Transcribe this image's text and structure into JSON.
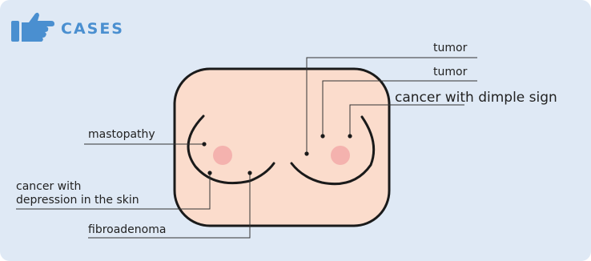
{
  "header": {
    "title": "CASES",
    "icon": "thumbs-up-pointing-icon",
    "accent": "#4a8fd0"
  },
  "colors": {
    "panel_bg": "#dfe9f5",
    "torso_fill": "#fbdccc",
    "torso_stroke": "#1a1a1a",
    "nipple": "#f4b2ae",
    "leader_line": "#333333"
  },
  "labels": {
    "tumor_top": "tumor",
    "tumor_mid": "tumor",
    "dimple": "cancer with dimple sign",
    "mastopathy": "mastopathy",
    "depression_line1": "cancer with",
    "depression_line2": "depression in the skin",
    "fibroadenoma": "fibroadenoma"
  }
}
